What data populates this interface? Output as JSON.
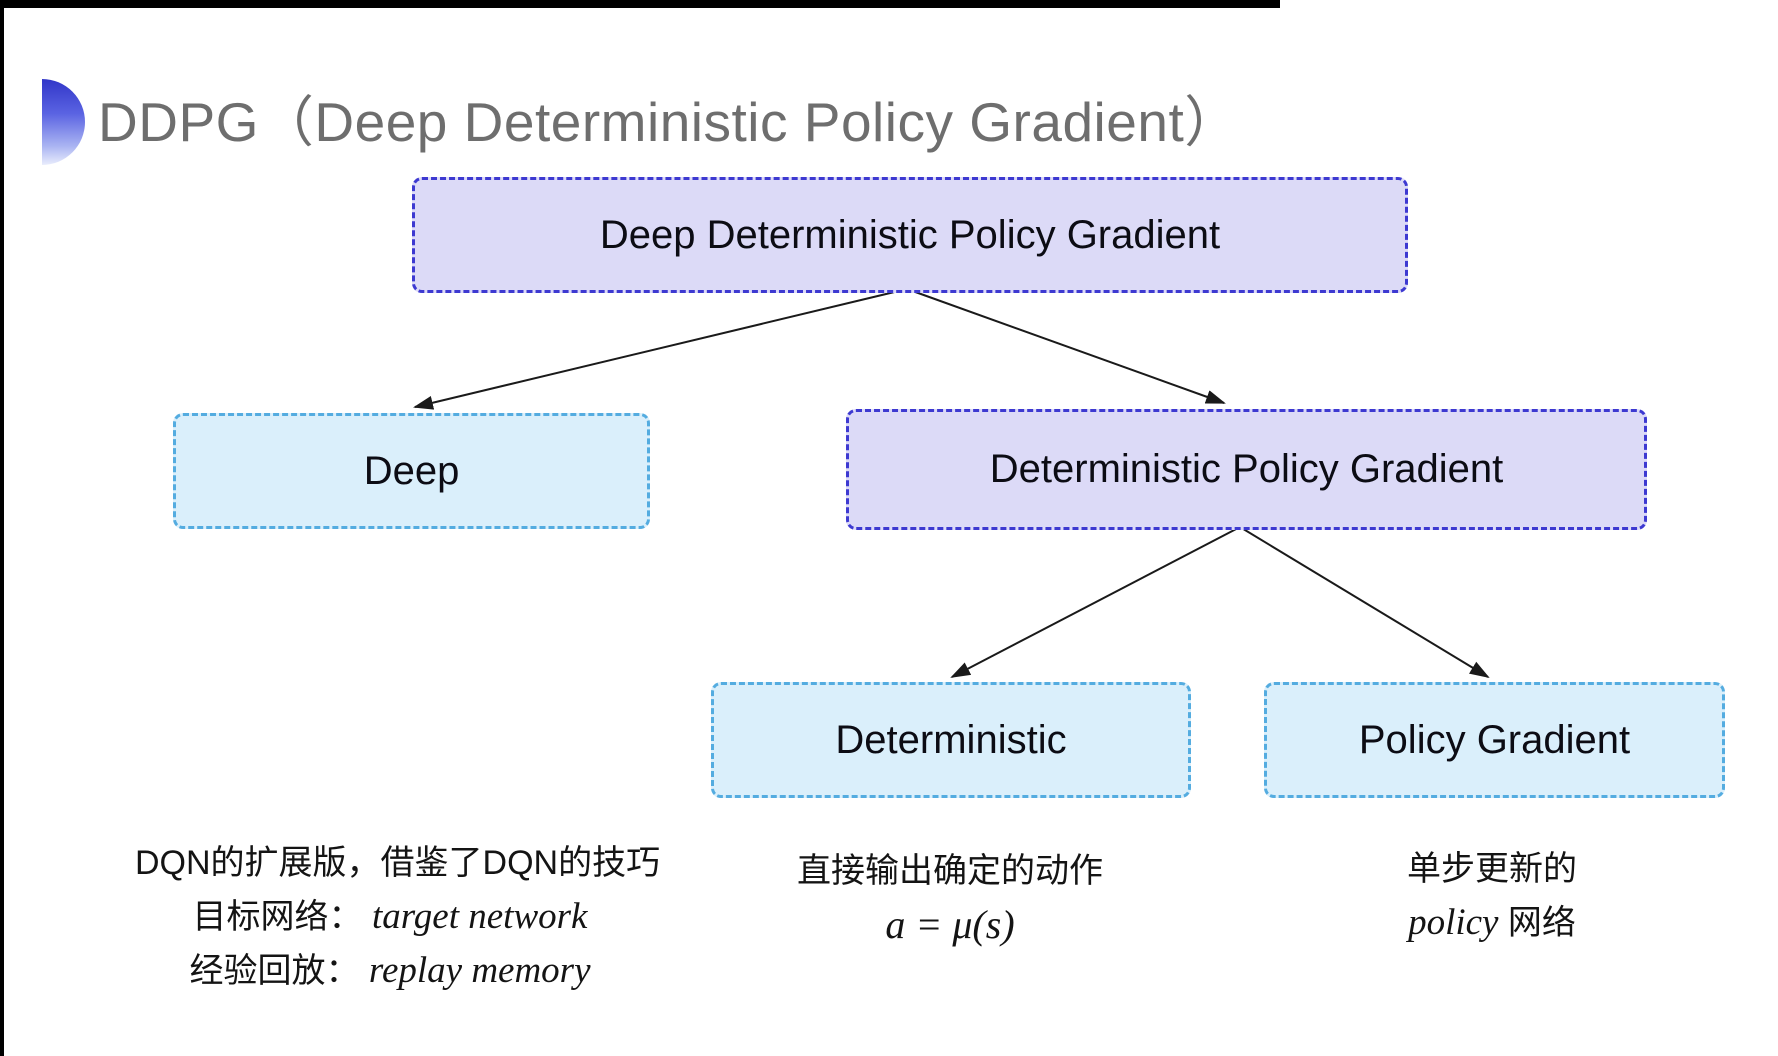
{
  "title": {
    "text": "DDPG（Deep Deterministic Policy Gradient）"
  },
  "tree": {
    "root": {
      "label": "Deep Deterministic Policy Gradient"
    },
    "children": [
      {
        "label": "Deep"
      },
      {
        "label": "Deterministic Policy Gradient"
      }
    ],
    "grandchildren": [
      {
        "label": "Deterministic"
      },
      {
        "label": "Policy Gradient"
      }
    ]
  },
  "notes": {
    "deep": {
      "line1": "DQN的扩展版，借鉴了DQN的技巧",
      "line2_label": "目标网络：",
      "line2_term": "target network",
      "line3_label": "经验回放：",
      "line3_term": "replay memory"
    },
    "deterministic": {
      "line1": "直接输出确定的动作",
      "formula": "a = μ(s)"
    },
    "policy_gradient": {
      "line1": "单步更新的",
      "term": "policy",
      "suffix": " 网络"
    }
  },
  "colors": {
    "purple_fill": "#dcdaf7",
    "purple_border": "#3d39d1",
    "cyan_fill": "#daeffb",
    "cyan_border": "#54ace0",
    "title_gray": "#6e6e6e",
    "arrow": "#1a1a1a",
    "bullet_top": "#3136c8",
    "bullet_bottom": "#e9edfc"
  }
}
